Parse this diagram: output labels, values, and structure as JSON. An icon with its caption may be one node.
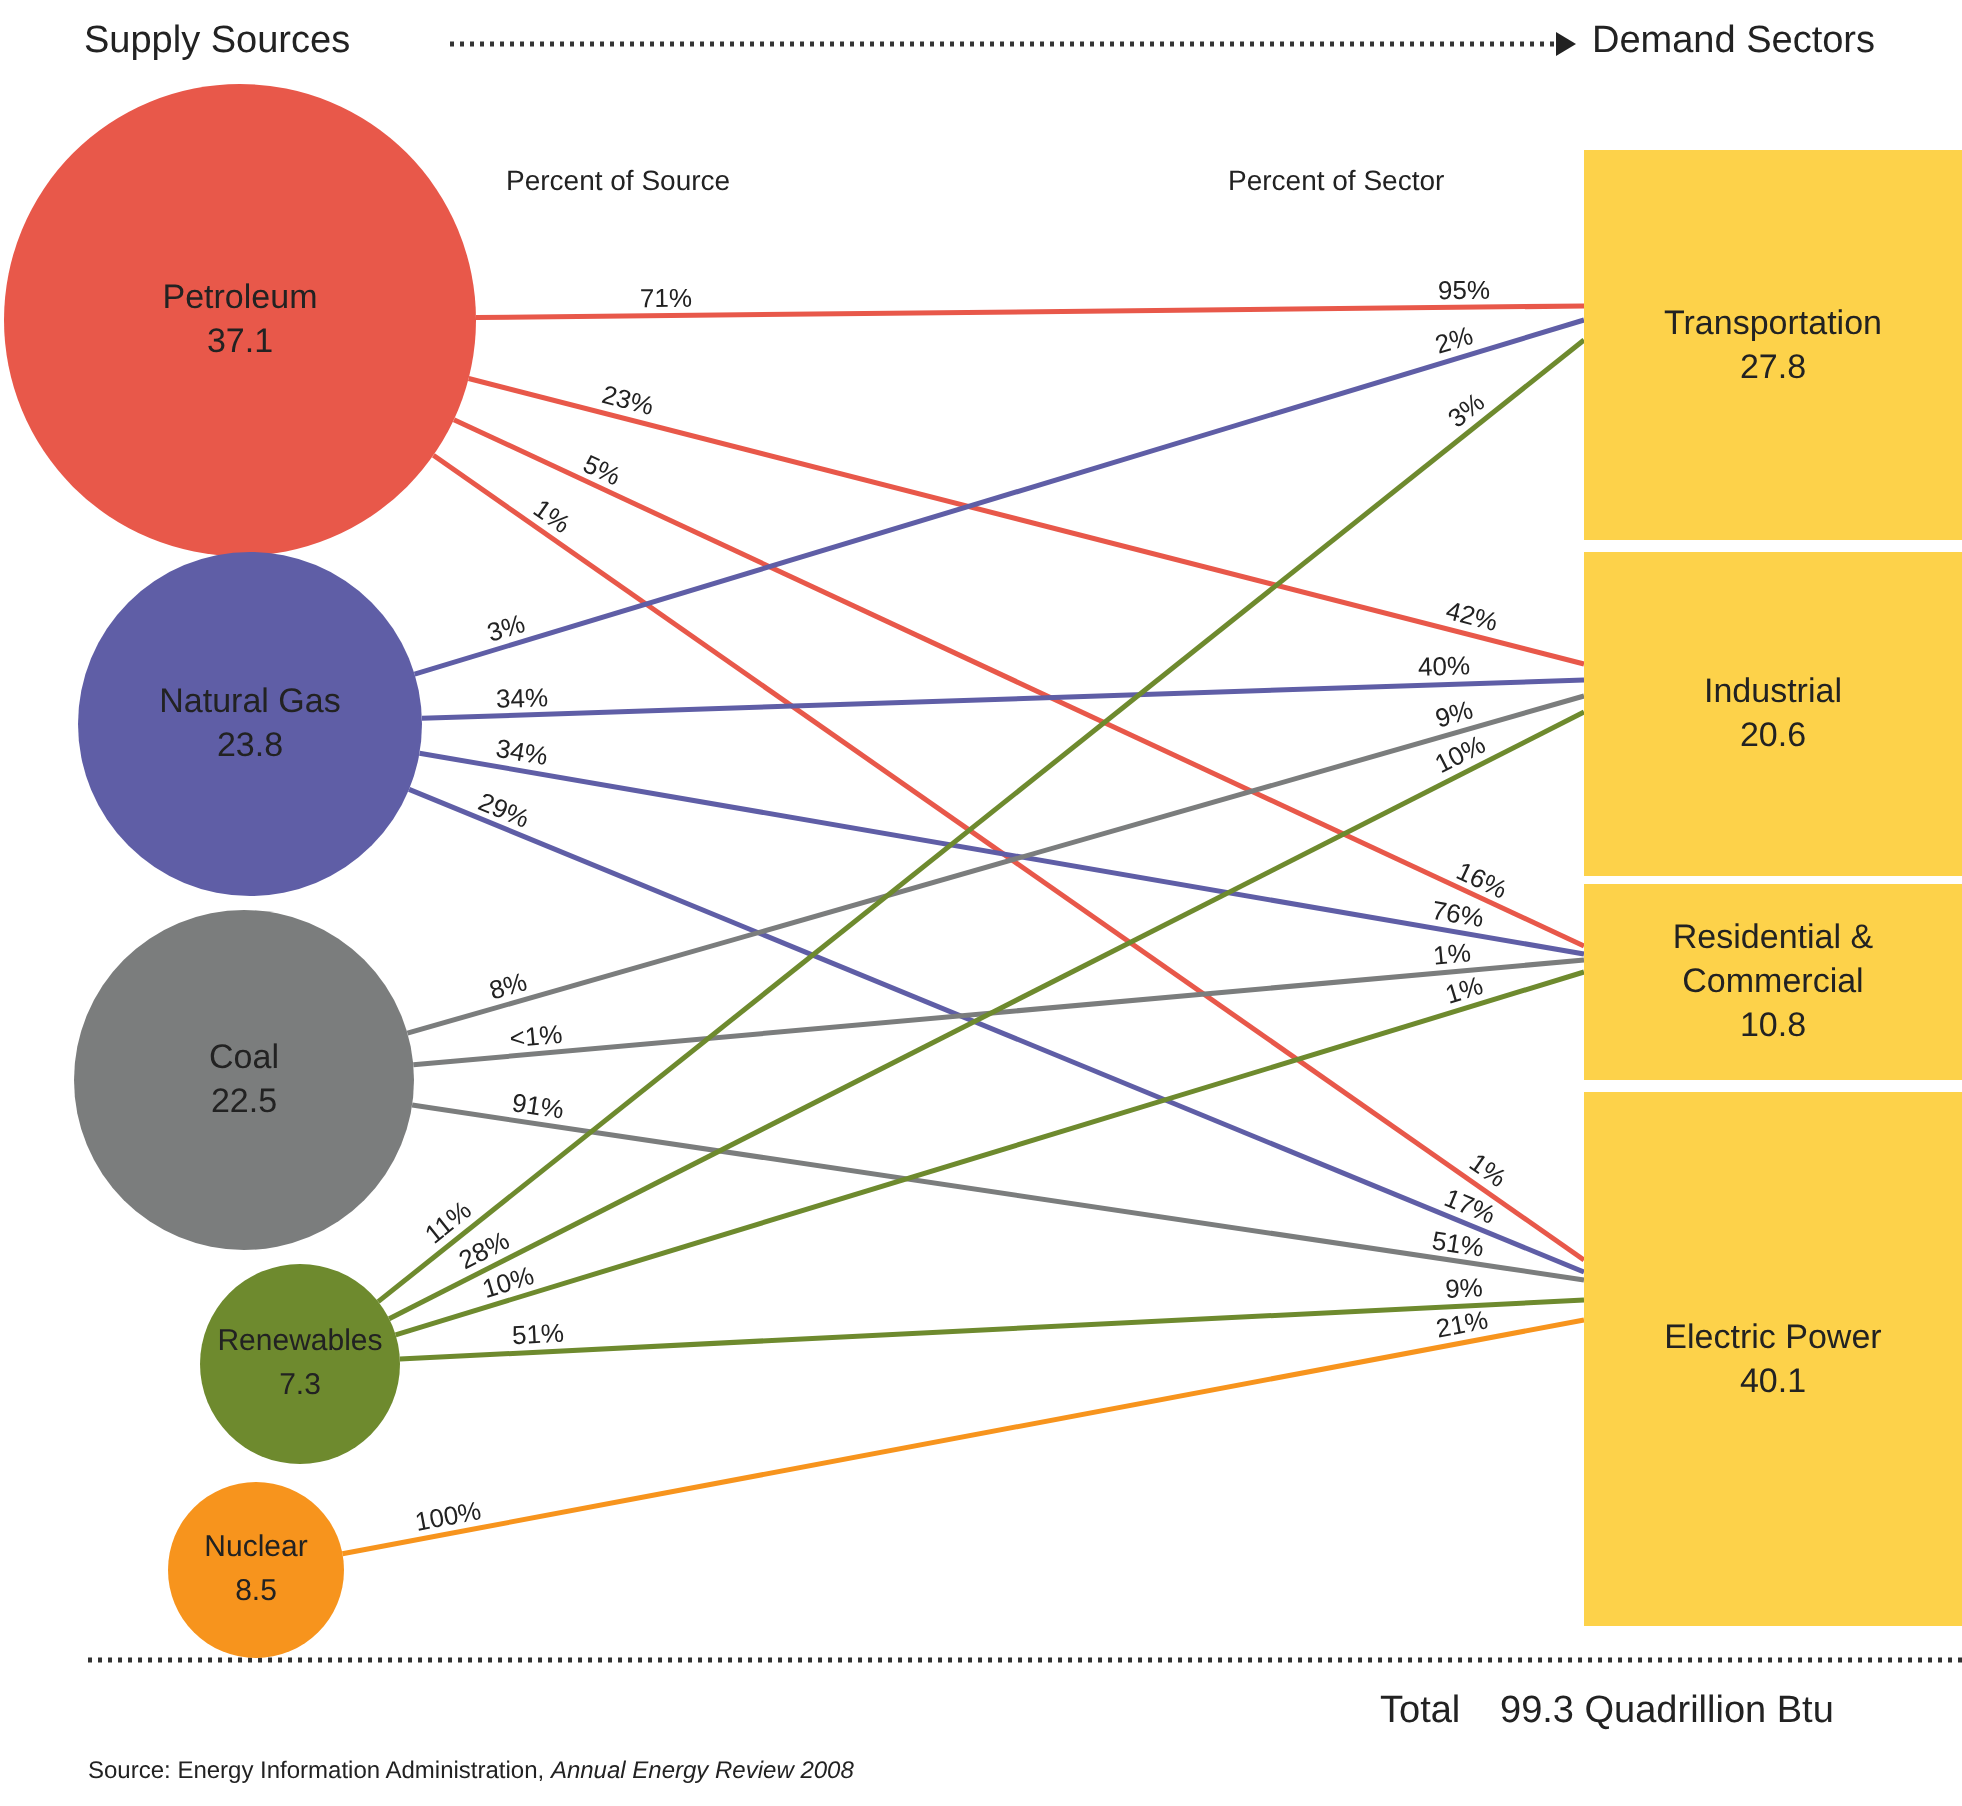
{
  "diagram": {
    "caption": "Source:  Energy Information Administration, *Annual Energy Review 2008*",
    "nodes": [
      {
        "text": [
          "Petroleum",
          "37.1"
        ]
      },
      {
        "text": [
          "Natural Gas",
          "23.8"
        ]
      },
      {
        "text": [
          "Coal",
          "22.5"
        ]
      },
      {
        "text": [
          "Renewables",
          "7.3"
        ]
      },
      {
        "text": [
          "Nuclear",
          "8.5"
        ]
      },
      {
        "text": [
          "Transportation",
          "27.8"
        ]
      },
      {
        "text": [
          "Industrial",
          "20.6"
        ]
      },
      {
        "text": [
          "Residential & Commercial",
          "10.8"
        ]
      },
      {
        "text": [
          "Electric Power",
          "40.1"
        ]
      }
    ],
    "edges": [
      {
        "from": 0,
        "to": 5,
        "arrow": "none",
        "label": "71%",
        "color": "#e8584a"
      },
      {
        "from": 0,
        "to": 6,
        "arrow": "none",
        "label": "23%",
        "color": "#e8584a"
      },
      {
        "from": 0,
        "to": 7,
        "arrow": "none",
        "label": "5%",
        "color": "#e8584a"
      },
      {
        "from": 0,
        "to": 8,
        "arrow": "none",
        "label": "1%",
        "color": "#e8584a"
      },
      {
        "from": 1,
        "to": 5,
        "arrow": "none",
        "label": "3%",
        "color": "#5f5ea6"
      },
      {
        "from": 1,
        "to": 6,
        "arrow": "none",
        "label": "34%",
        "color": "#5f5ea6"
      },
      {
        "from": 1,
        "to": 7,
        "arrow": "none",
        "label": "34%",
        "color": "#5f5ea6"
      },
      {
        "from": 1,
        "to": 8,
        "arrow": "none",
        "label": "29%",
        "color": "#5f5ea6"
      },
      {
        "from": 2,
        "to": 6,
        "arrow": "none",
        "label": "8%",
        "color": "#7b7d7d"
      },
      {
        "from": 2,
        "to": 7,
        "arrow": "none",
        "label": "<1%",
        "color": "#7b7d7d"
      },
      {
        "from": 2,
        "to": 8,
        "arrow": "none",
        "label": "91%",
        "color": "#7b7d7d"
      },
      {
        "from": 3,
        "to": 5,
        "arrow": "none",
        "label": "11%",
        "color": "#6e8a2e"
      },
      {
        "from": 3,
        "to": 6,
        "arrow": "none",
        "label": "28%",
        "color": "#6e8a2e"
      },
      {
        "from": 3,
        "to": 7,
        "arrow": "none",
        "label": "10%",
        "color": "#6e8a2e"
      },
      {
        "from": 3,
        "to": 8,
        "arrow": "none",
        "label": "51%",
        "color": "#6e8a2e"
      },
      {
        "from": 4,
        "to": 8,
        "arrow": "none",
        "label": "100%",
        "color": "#f7941d"
      }
    ],
    "labels": [
      "Supply Sources",
      "Demand Sectors",
      "Percent of Source",
      "Percent of Sector",
      "95%",
      "2%",
      "3%",
      "42%",
      "40%",
      "9%",
      "10%",
      "16%",
      "76%",
      "1%",
      "1%",
      "1%",
      "17%",
      "51%",
      "9%",
      "21%",
      "Total",
      "99.3 Quadrillion Btu"
    ]
  }
}
